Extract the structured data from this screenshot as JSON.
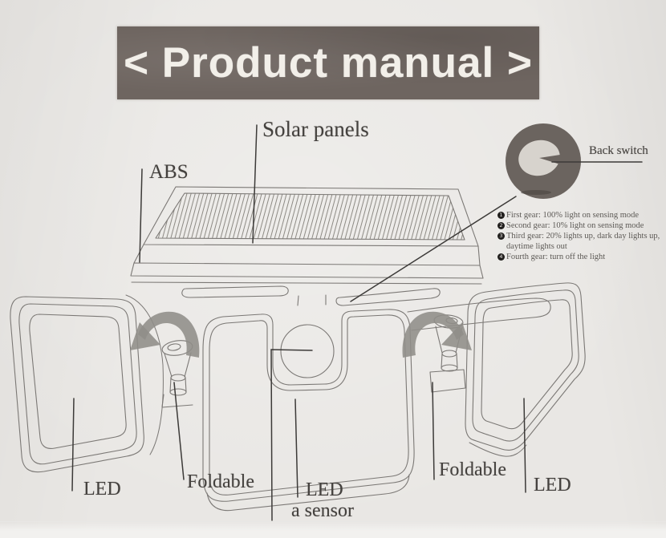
{
  "banner": {
    "title": "< Product manual >",
    "background_color": "#6e6560",
    "text_color": "#f2efe9"
  },
  "callouts": {
    "solar_panels": "Solar panels",
    "abs": "ABS",
    "back_switch": "Back switch",
    "led_left": "LED",
    "foldable_left": "Foldable",
    "led_center": "LED",
    "sensor": "a sensor",
    "foldable_right": "Foldable",
    "led_right": "LED"
  },
  "gear_instructions": [
    {
      "num": "1",
      "text": "First gear: 100% light on sensing mode"
    },
    {
      "num": "2",
      "text": "Second gear: 10% light on sensing mode"
    },
    {
      "num": "3",
      "text": "Third gear: 20% lights up, dark day lights up, daytime lights out"
    },
    {
      "num": "4",
      "text": "Fourth gear: turn off the light"
    }
  ],
  "icons": {
    "fold_arrow_left": "curved-rotate-arrow",
    "fold_arrow_right": "curved-rotate-arrow",
    "back_switch_photo": "round-switch-photo"
  },
  "colors": {
    "paper": "#e9e7e4",
    "drawing_ink": "#7b7875",
    "pointer_line": "#3c3a38",
    "switch_photo_bg": "#6b645f",
    "switch_photo_highlight": "#d7d3cd",
    "fold_arrow": "#8f8d89"
  }
}
